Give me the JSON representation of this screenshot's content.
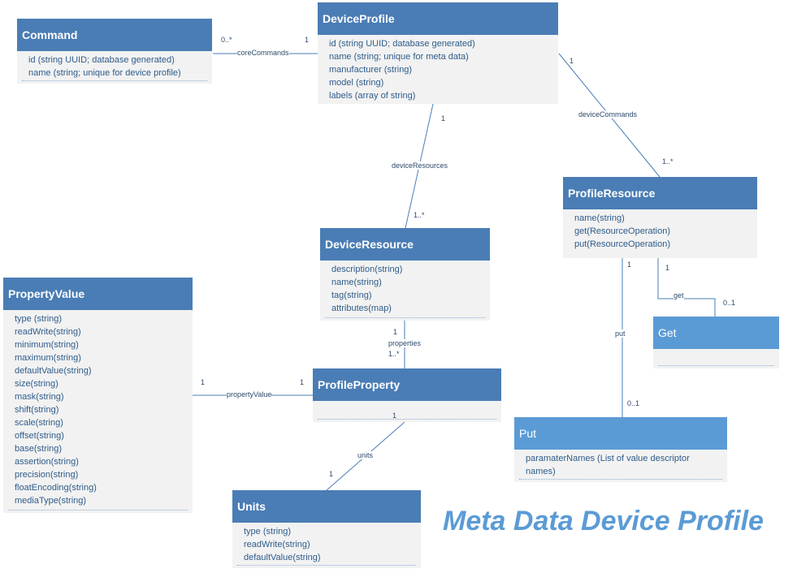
{
  "title": "Meta Data Device Profile",
  "colors": {
    "header": "#4a7db5",
    "header_light": "#5b9bd5",
    "body": "#f2f2f2",
    "text": "#2e5c8a",
    "line": "#4a7db5"
  },
  "classes": {
    "command": {
      "name": "Command",
      "attributes": [
        "id (string UUID; database generated)",
        "name (string; unique for device profile)"
      ]
    },
    "device_profile": {
      "name": "DeviceProfile",
      "attributes": [
        "id (string UUID; database generated)",
        "name (string; unique for meta data)",
        "manufacturer (string)",
        "model (string)",
        "labels (array of string)"
      ]
    },
    "profile_resource": {
      "name": "ProfileResource",
      "attributes": [
        "name(string)",
        "get(ResourceOperation)",
        "put(ResourceOperation)"
      ]
    },
    "device_resource": {
      "name": "DeviceResource",
      "attributes": [
        "description(string)",
        "name(string)",
        "tag(string)",
        "attributes(map)"
      ]
    },
    "property_value": {
      "name": "PropertyValue",
      "attributes": [
        "type (string)",
        "readWrite(string)",
        "minimum(string)",
        "maximum(string)",
        "defaultValue(string)",
        "size(string)",
        "mask(string)",
        "shift(string)",
        "scale(string)",
        "offset(string)",
        "base(string)",
        "assertion(string)",
        "precision(string)",
        "floatEncoding(string)",
        "mediaType(string)"
      ]
    },
    "profile_property": {
      "name": "ProfileProperty",
      "attributes": []
    },
    "get": {
      "name": "Get",
      "attributes": []
    },
    "put": {
      "name": "Put",
      "attributes": [
        "paramaterNames (List of value descriptor",
        "names)"
      ]
    },
    "units": {
      "name": "Units",
      "attributes": [
        "type (string)",
        "readWrite(string)",
        "defaultValue(string)"
      ]
    }
  },
  "associations": {
    "core_commands": {
      "label": "coreCommands",
      "from_mult": "0..*",
      "to_mult": "1"
    },
    "device_commands": {
      "label": "deviceCommands",
      "from_mult": "1",
      "to_mult": "1..*"
    },
    "device_resources": {
      "label": "deviceResources",
      "from_mult": "1",
      "to_mult": "1..*"
    },
    "properties": {
      "label": "properties",
      "from_mult": "1",
      "to_mult": "1..*"
    },
    "property_value": {
      "label": "propertyValue",
      "from_mult": "1",
      "to_mult": "1"
    },
    "units": {
      "label": "units",
      "from_mult": "1",
      "to_mult": "1"
    },
    "get": {
      "label": "get",
      "from_mult": "1",
      "to_mult": "0..1"
    },
    "put": {
      "label": "put",
      "from_mult": "1",
      "to_mult": "0..1"
    }
  }
}
